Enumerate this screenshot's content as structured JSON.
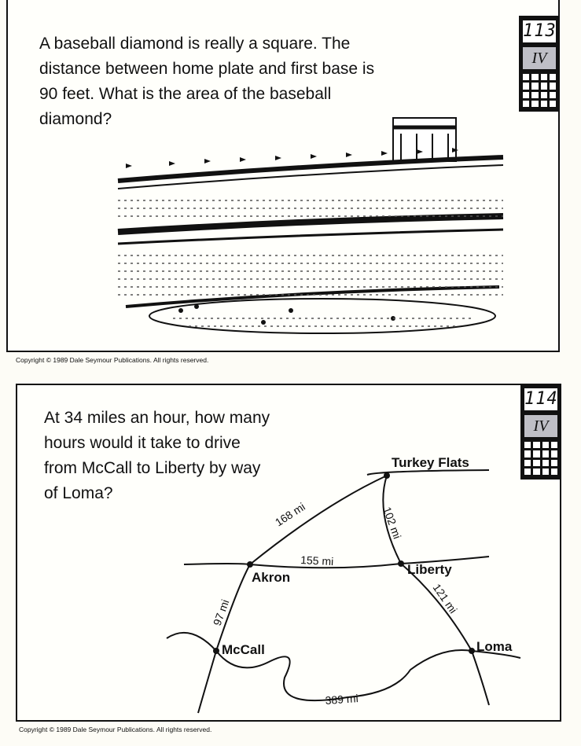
{
  "card1": {
    "number": "113",
    "level": "IV",
    "question": "A baseball diamond is really a square. The distance between home plate and first base is 90 feet. What is the area of the baseball diamond?",
    "copyright": "Copyright © 1989 Dale Seymour Publications. All rights reserved."
  },
  "card2": {
    "number": "114",
    "level": "IV",
    "question": "At 34 miles an hour, how many hours would it take to drive from McCall to Liberty by way of Loma?",
    "copyright": "Copyright © 1989 Dale Seymour Publications. All rights reserved.",
    "map": {
      "cities": [
        "Turkey Flats",
        "Akron",
        "Liberty",
        "McCall",
        "Loma"
      ],
      "distances": [
        "168 mi",
        "102 mi",
        "155 mi",
        "97 mi",
        "121 mi",
        "389 mi"
      ]
    }
  }
}
